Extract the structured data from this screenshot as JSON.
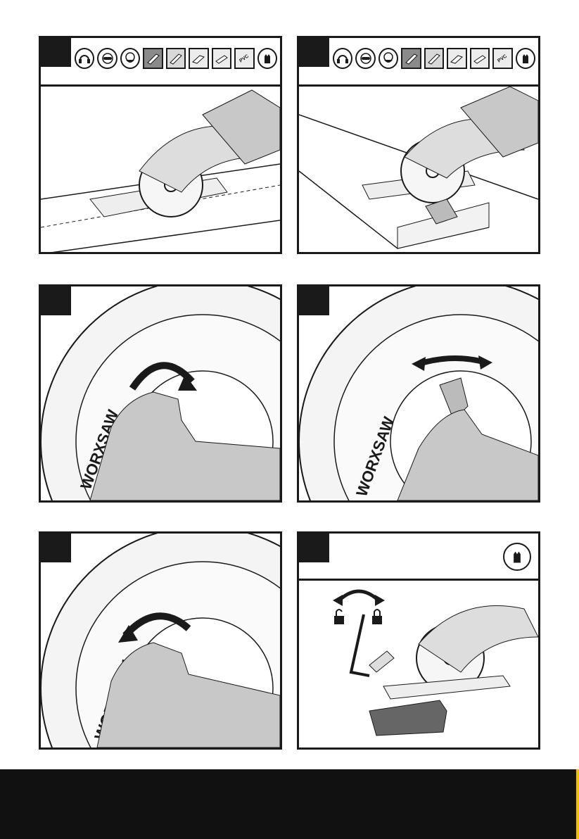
{
  "panels": [
    {
      "id": 1,
      "has_icon_strip": true,
      "number": ""
    },
    {
      "id": 2,
      "has_icon_strip": true,
      "number": ""
    },
    {
      "id": 3,
      "has_icon_strip": false,
      "number": ""
    },
    {
      "id": 4,
      "has_icon_strip": false,
      "number": ""
    },
    {
      "id": 5,
      "has_icon_strip": false,
      "number": ""
    },
    {
      "id": 6,
      "has_icon_strip": false,
      "has_glove_icon": true,
      "number": ""
    }
  ],
  "icons": [
    "ear-protection-icon",
    "eye-protection-icon",
    "dust-mask-icon",
    "wood-material-icon",
    "laminate-material-icon",
    "tile-material-icon",
    "metal-material-icon",
    "pvc-pipe-icon",
    "gloves-icon"
  ],
  "labels": {
    "brand": "WORXSAW",
    "pvc": "PVC"
  },
  "colors": {
    "ink": "#1a1a1a",
    "glove": "#c8c8c8",
    "footer": "#111111",
    "footer_accent": "#f2c200"
  }
}
